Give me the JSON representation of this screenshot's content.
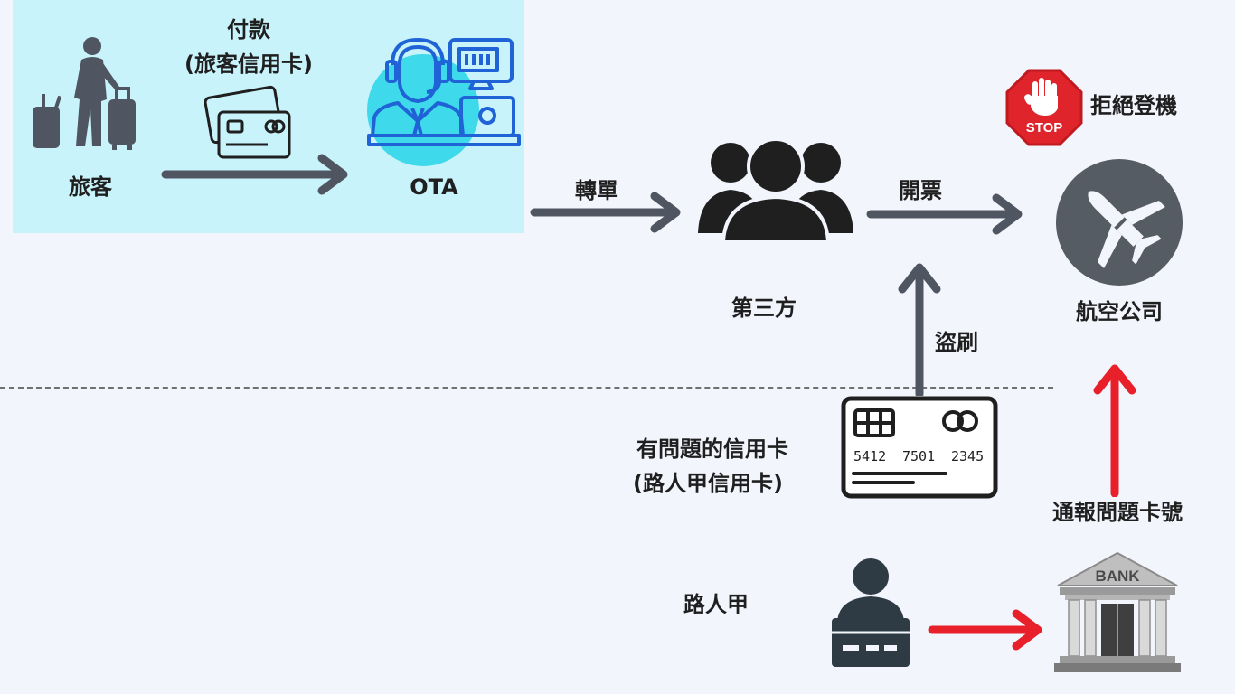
{
  "labels": {
    "traveler": "旅客",
    "payment_line1": "付款",
    "payment_line2": "(旅客信用卡)",
    "ota": "OTA",
    "transfer": "轉單",
    "third_party": "第三方",
    "ticketing": "開票",
    "reject_boarding": "拒絕登機",
    "airline": "航空公司",
    "fraud_swipe": "盜刷",
    "bad_card_line1": "有問題的信用卡",
    "bad_card_line2": "(路人甲信用卡)",
    "report_card": "通報問題卡號",
    "passerby": "路人甲"
  },
  "card": {
    "group1": "5412",
    "group2": "7501",
    "group3": "2345"
  },
  "stop_sign_text": "STOP",
  "bank_sign_text": "BANK",
  "colors": {
    "panel": "#c9f3fb",
    "arrow_gray": "#4f5661",
    "arrow_red": "#e8202a",
    "ota_blue": "#1f63d6",
    "ota_circle": "#3fd9ec",
    "plane_circle": "#555c64",
    "stop_red": "#e0242b",
    "background": "#f3f5fd"
  },
  "icons": {
    "traveler": "traveler-luggage-icon",
    "payment": "credit-cards-icon",
    "ota": "ota-agent-icon",
    "third_party": "group-people-icon",
    "stop": "stop-hand-sign-icon",
    "airline": "airplane-circle-icon",
    "bad_card": "credit-card-outline-icon",
    "passerby": "person-with-card-icon",
    "bank": "bank-building-icon"
  }
}
